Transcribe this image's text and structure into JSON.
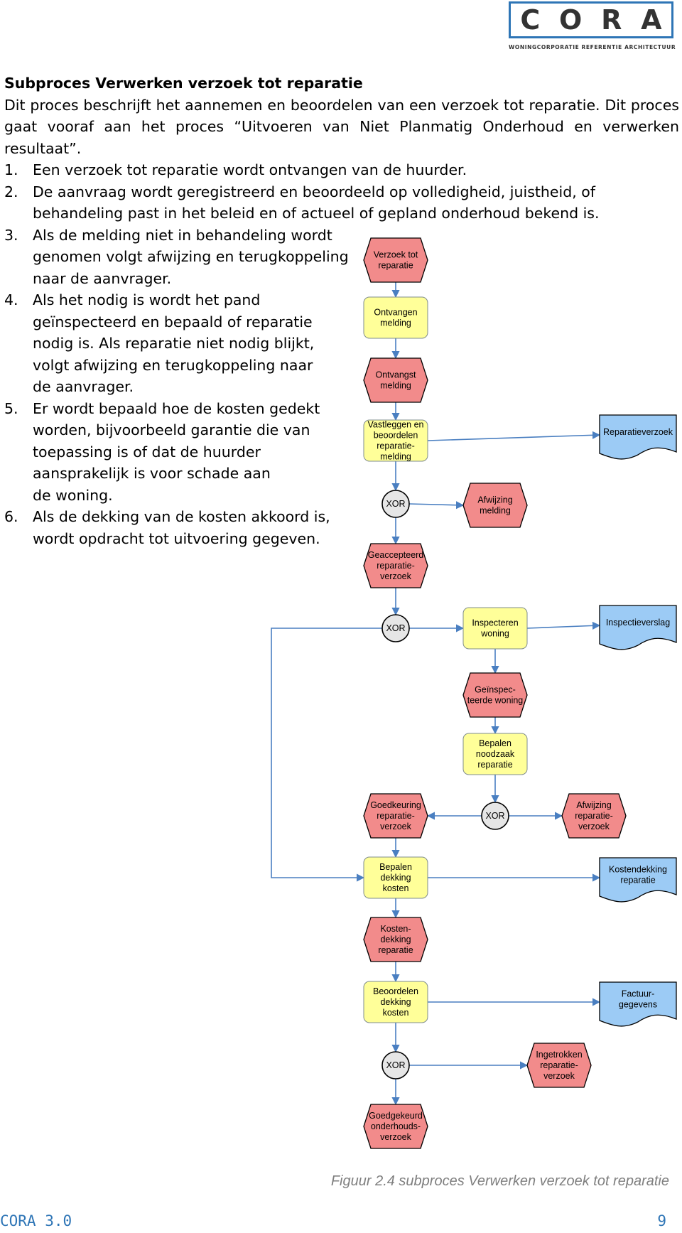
{
  "header": {
    "logo_letters": [
      "C",
      "O",
      "R",
      "A"
    ],
    "logo_subtitle": "WONINGCORPORATIE REFERENTIE ARCHITECTUUR"
  },
  "document": {
    "title": "Subproces Verwerken verzoek tot reparatie",
    "intro": "Dit proces beschrijft het aannemen en beoordelen van een verzoek tot reparatie. Dit proces gaat vooraf aan het proces “Uitvoeren van Niet Planmatig Onderhoud en verwerken resultaat”.",
    "steps": [
      {
        "num": "1.",
        "lines": [
          "Een verzoek tot reparatie wordt ontvangen van de huurder."
        ]
      },
      {
        "num": "2.",
        "lines": [
          "De aanvraag wordt geregistreerd en beoordeeld op volledigheid, juistheid, of",
          "behandeling past in het beleid en of actueel of gepland onderhoud bekend is."
        ]
      },
      {
        "num": "3.",
        "lines": [
          "Als de melding niet in behandeling wordt",
          "genomen volgt afwijzing en terugkoppeling",
          "naar de aanvrager."
        ]
      },
      {
        "num": "4.",
        "lines": [
          "Als het nodig is wordt het pand",
          "geïnspecteerd en bepaald of reparatie",
          "nodig is. Als reparatie niet nodig blijkt,",
          "volgt afwijzing en terugkoppeling naar",
          "de aanvrager."
        ]
      },
      {
        "num": "5.",
        "lines": [
          "Er wordt bepaald hoe de kosten gedekt",
          "worden, bijvoorbeeld garantie die van",
          "toepassing is of dat de huurder",
          "aansprakelijk is voor schade aan",
          "de woning."
        ]
      },
      {
        "num": "6.",
        "lines": [
          "Als de dekking van de kosten akkoord is,",
          "wordt opdracht tot uitvoering gegeven."
        ]
      }
    ]
  },
  "diagram": {
    "colors": {
      "event": "#f28b8b",
      "function": "#ffff99",
      "document": "#9ccbf5",
      "connector": "#e6e6e6",
      "line": "#4a7fc1"
    },
    "nodes": [
      {
        "id": "e1",
        "type": "event",
        "lines": [
          "Verzoek tot",
          "reparatie"
        ]
      },
      {
        "id": "f1",
        "type": "function",
        "lines": [
          "Ontvangen",
          "melding"
        ]
      },
      {
        "id": "e2",
        "type": "event",
        "lines": [
          "Ontvangst",
          "melding"
        ]
      },
      {
        "id": "f2",
        "type": "function",
        "lines": [
          "Vastleggen en",
          "beoordelen",
          "reparatie-",
          "melding"
        ]
      },
      {
        "id": "d1",
        "type": "document",
        "lines": [
          "Reparatieverzoek"
        ]
      },
      {
        "id": "x1",
        "type": "xor",
        "lines": [
          "XOR"
        ]
      },
      {
        "id": "e3",
        "type": "event",
        "lines": [
          "Afwijzing",
          "melding"
        ]
      },
      {
        "id": "e4",
        "type": "event",
        "lines": [
          "Geaccepteerd",
          "reparatie-",
          "verzoek"
        ]
      },
      {
        "id": "x2",
        "type": "xor",
        "lines": [
          "XOR"
        ]
      },
      {
        "id": "f3",
        "type": "function",
        "lines": [
          "Inspecteren",
          "woning"
        ]
      },
      {
        "id": "d2",
        "type": "document",
        "lines": [
          "Inspectieverslag"
        ]
      },
      {
        "id": "e5",
        "type": "event",
        "lines": [
          "Geïnspec-",
          "teerde woning"
        ]
      },
      {
        "id": "f4",
        "type": "function",
        "lines": [
          "Bepalen",
          "noodzaak",
          "reparatie"
        ]
      },
      {
        "id": "e6",
        "type": "event",
        "lines": [
          "Goedkeuring",
          "reparatie-",
          "verzoek"
        ]
      },
      {
        "id": "x3",
        "type": "xor",
        "lines": [
          "XOR"
        ]
      },
      {
        "id": "e7",
        "type": "event",
        "lines": [
          "Afwijzing",
          "reparatie-",
          "verzoek"
        ]
      },
      {
        "id": "f5",
        "type": "function",
        "lines": [
          "Bepalen",
          "dekking",
          "kosten"
        ]
      },
      {
        "id": "d3",
        "type": "document",
        "lines": [
          "Kostendekking",
          "reparatie"
        ]
      },
      {
        "id": "e8",
        "type": "event",
        "lines": [
          "Kosten-",
          "dekking",
          "reparatie"
        ]
      },
      {
        "id": "f6",
        "type": "function",
        "lines": [
          "Beoordelen",
          "dekking",
          "kosten"
        ]
      },
      {
        "id": "d4",
        "type": "document",
        "lines": [
          "Factuur-",
          "gegevens"
        ]
      },
      {
        "id": "x4",
        "type": "xor",
        "lines": [
          "XOR"
        ]
      },
      {
        "id": "e9",
        "type": "event",
        "lines": [
          "Ingetrokken",
          "reparatie-",
          "verzoek"
        ]
      },
      {
        "id": "e10",
        "type": "event",
        "lines": [
          "Goedgekeurd",
          "onderhouds-",
          "verzoek"
        ]
      }
    ],
    "caption": "Figuur 2.4 subproces Verwerken verzoek tot reparatie"
  },
  "footer": {
    "left": "CORA 3.0",
    "right": "9"
  }
}
